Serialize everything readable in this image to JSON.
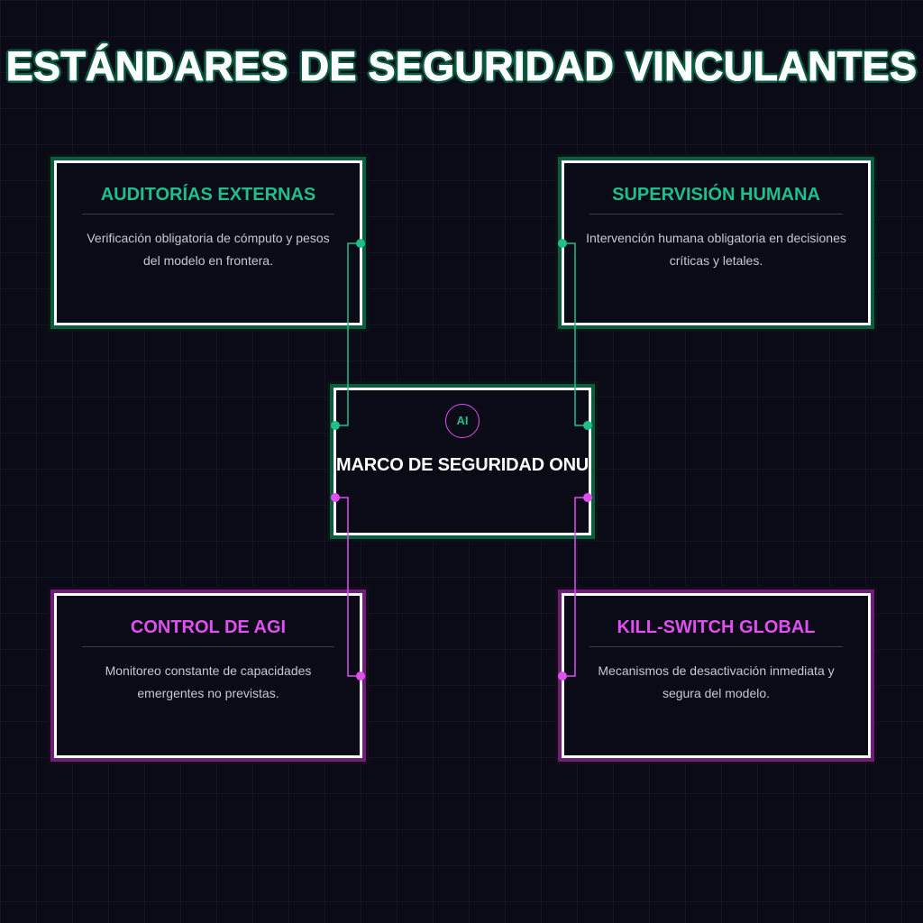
{
  "title": "ESTÁNDARES DE SEGURIDAD VINCULANTES",
  "center": {
    "badge": "AI",
    "title": "MARCO DE SEGURIDAD ONU"
  },
  "cards": [
    {
      "title": "AUDITORÍAS EXTERNAS",
      "description": "Verificación obligatoria de cómputo y pesos del modelo en frontera.",
      "accent": "green"
    },
    {
      "title": "SUPERVISIÓN HUMANA",
      "description": "Intervención humana obligatoria en decisiones críticas y letales.",
      "accent": "green"
    },
    {
      "title": "CONTROL DE AGI",
      "description": "Monitoreo constante de capacidades emergentes no previstas.",
      "accent": "pink"
    },
    {
      "title": "KILL-SWITCH GLOBAL",
      "description": "Mecanismos de desactivación inmediata y segura del modelo.",
      "accent": "pink"
    }
  ],
  "colors": {
    "background": "#0b0b18",
    "green": "#1fbf8a",
    "pink": "#e04ff0",
    "text": "#ffffff",
    "muted_text": "#c8c8d4"
  }
}
